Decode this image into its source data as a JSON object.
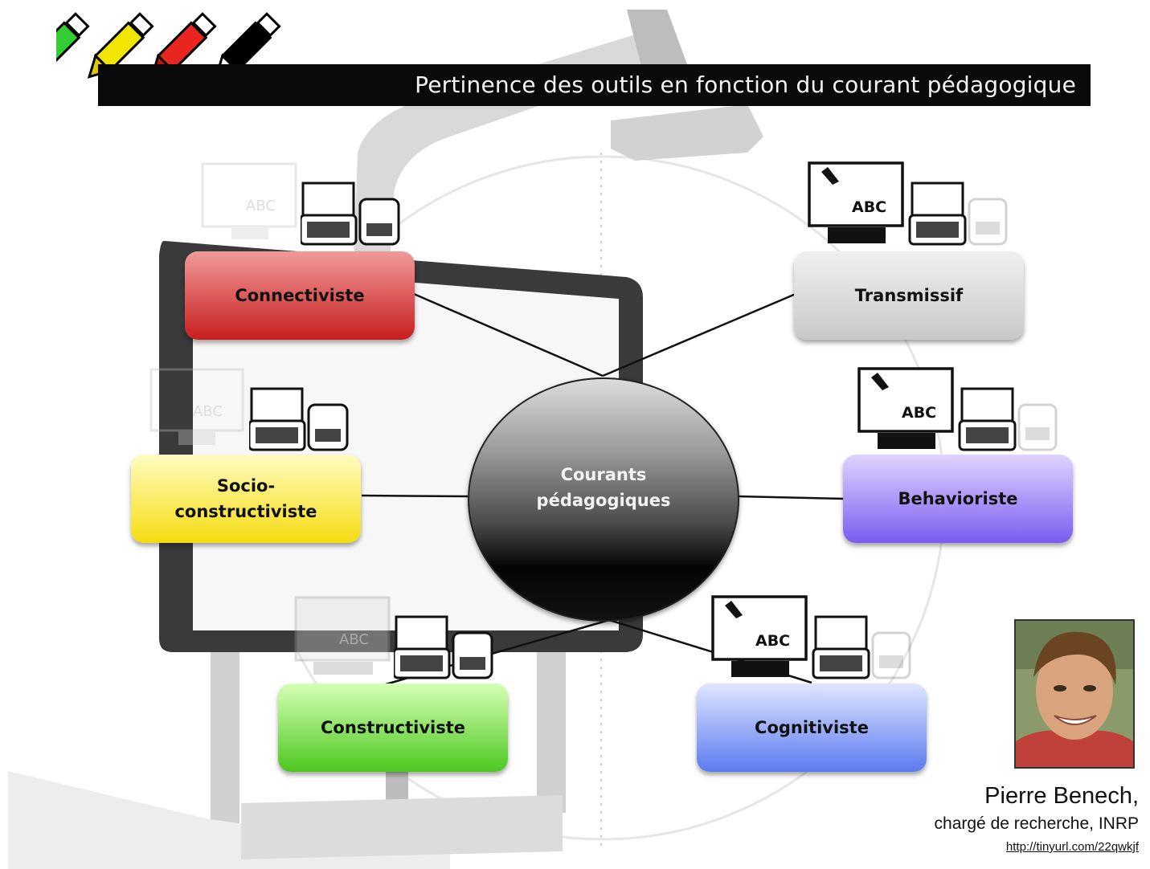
{
  "title": "Pertinence des outils en fonction du courant pédagogique",
  "markers": [
    {
      "name": "green-marker-icon",
      "color": "#33cc33"
    },
    {
      "name": "yellow-marker-icon",
      "color": "#f2e600"
    },
    {
      "name": "red-marker-icon",
      "color": "#e8261f"
    },
    {
      "name": "black-marker-icon",
      "color": "#000000"
    }
  ],
  "center": {
    "label_line1": "Courants",
    "label_line2": "pédagogiques"
  },
  "nodes": {
    "connectiviste": {
      "label": "Connectiviste",
      "color_top": "#f19a9a",
      "color_bottom": "#c81e1e"
    },
    "transmissif": {
      "label": "Transmissif",
      "color_top": "#f0f0f0",
      "color_bottom": "#c8c8c8"
    },
    "socio": {
      "label_line1": "Socio-",
      "label_line2": "constructiviste",
      "color_top": "#fffcc0",
      "color_bottom": "#f5dc10"
    },
    "behavioriste": {
      "label": "Behavioriste",
      "color_top": "#e0d4ff",
      "color_bottom": "#7a5cf0"
    },
    "constructiviste": {
      "label": "Constructiviste",
      "color_top": "#d6ffb5",
      "color_bottom": "#4cc81e"
    },
    "cognitiviste": {
      "label": "Cognitiviste",
      "color_top": "#dfe6ff",
      "color_bottom": "#5a7af0"
    }
  },
  "tool_icons": {
    "board_label": "ABC"
  },
  "author": {
    "name": "Pierre Benech,",
    "role": "chargé de recherche, INRP",
    "link": "http://tinyurl.com/22qwkjf"
  }
}
